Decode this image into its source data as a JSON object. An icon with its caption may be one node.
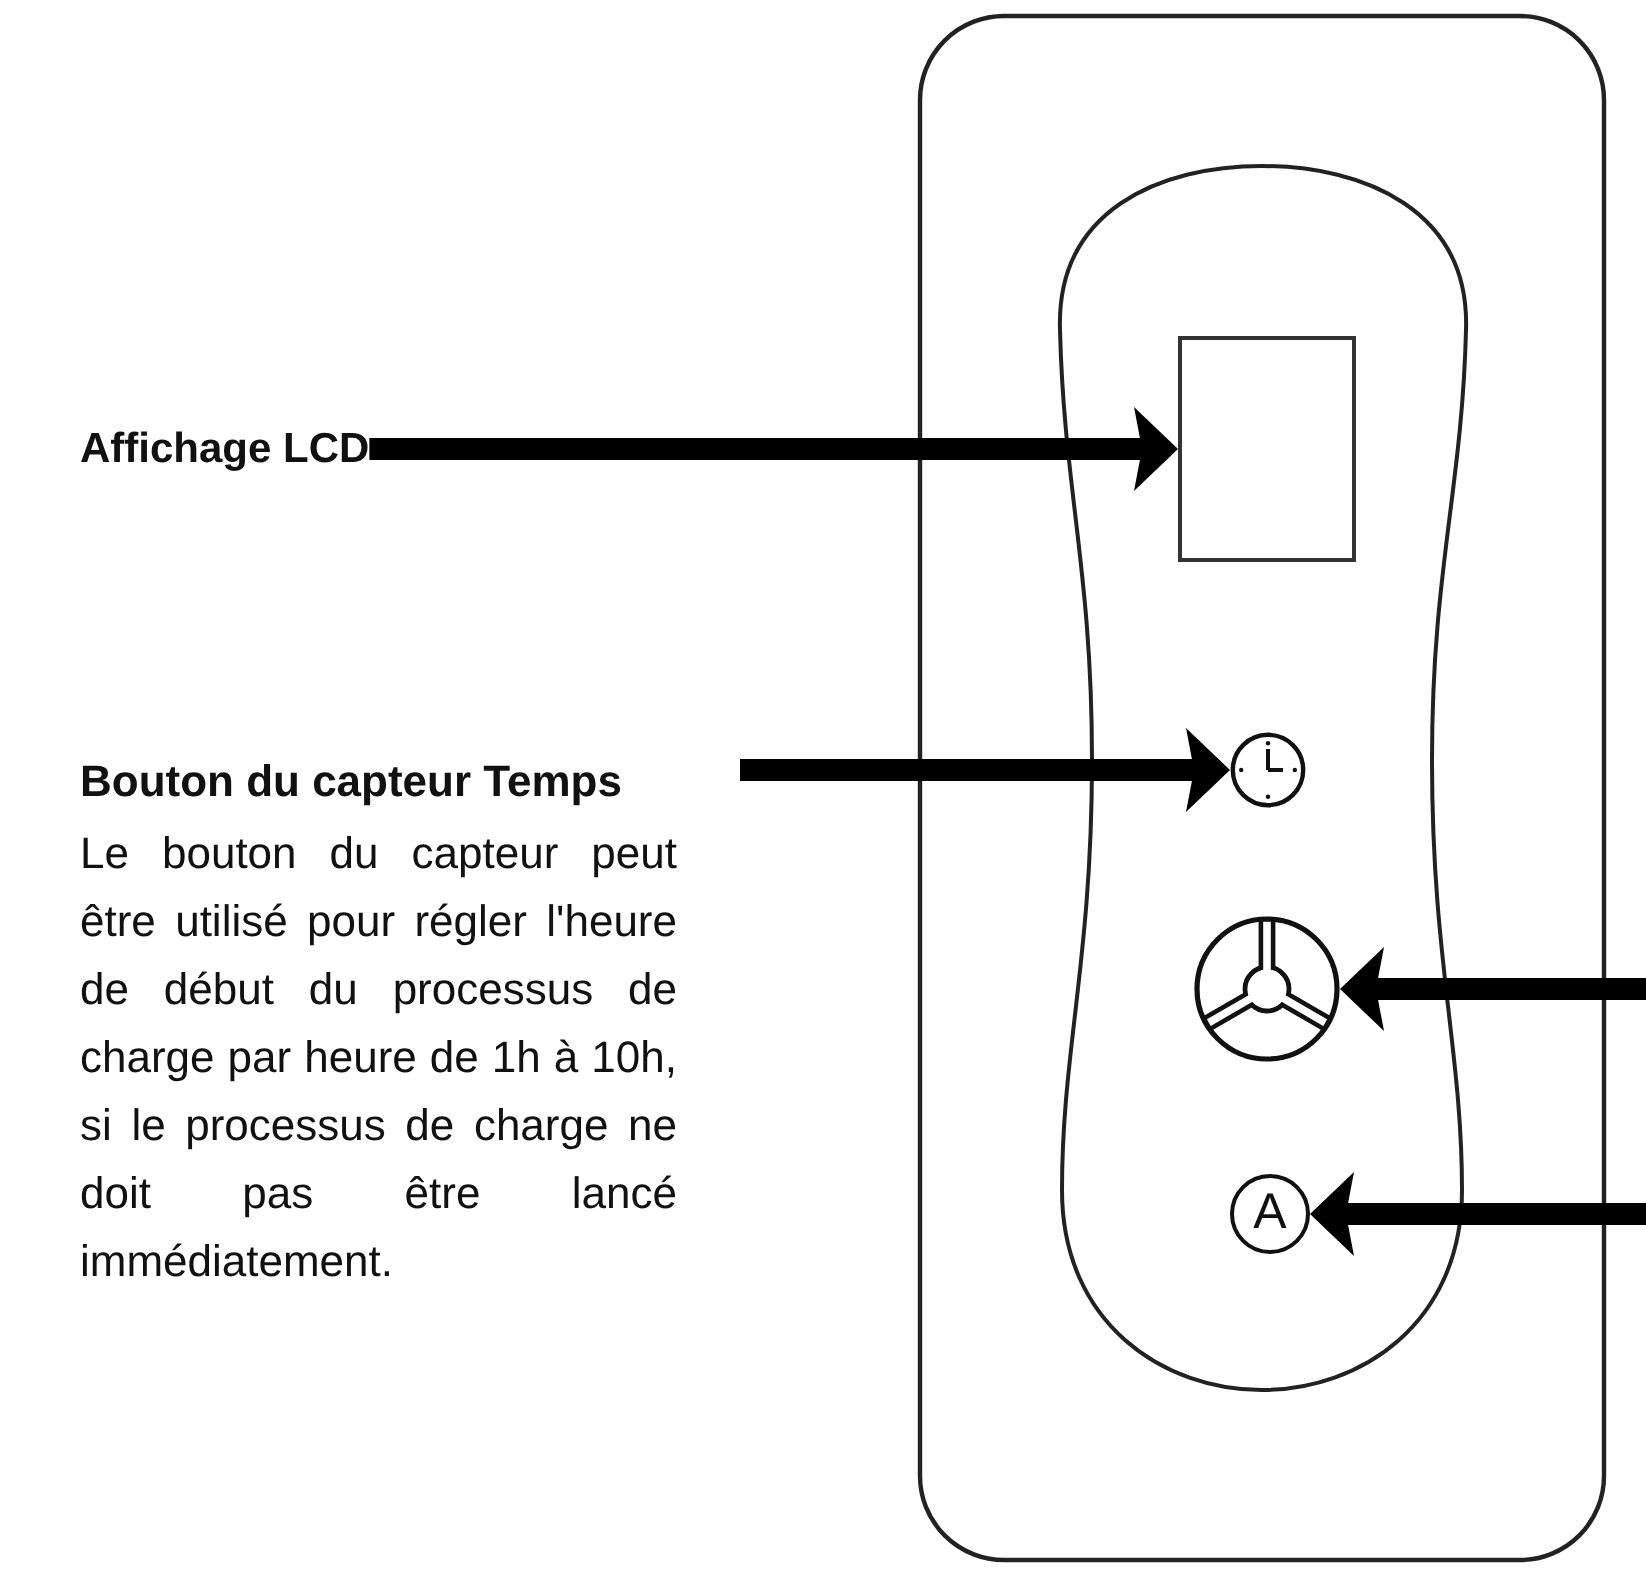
{
  "diagram": {
    "nodes": [
      {
        "text": [
          "Affichage LCD"
        ]
      },
      {
        "text": [
          "Bouton du capteur Temps",
          "Le bouton du capteur peut être utilisé pour régler l'heure de début du processus de charge par heure de 1h à 10h, si le processus de charge ne doit pas être lancé immédiatement."
        ]
      },
      {
        "text": [],
        "shape": "box"
      },
      {
        "text": [],
        "shape": "picture"
      },
      {
        "text": [],
        "shape": "picture"
      },
      {
        "text": [
          "A"
        ]
      }
    ],
    "edges": [
      {
        "from": 0,
        "to": 2,
        "arrow": "to"
      },
      {
        "from": 1,
        "to": 3,
        "arrow": "to"
      },
      {
        "from": null,
        "to": 4,
        "arrow": "to"
      },
      {
        "from": null,
        "to": 5,
        "arrow": "to"
      }
    ]
  }
}
